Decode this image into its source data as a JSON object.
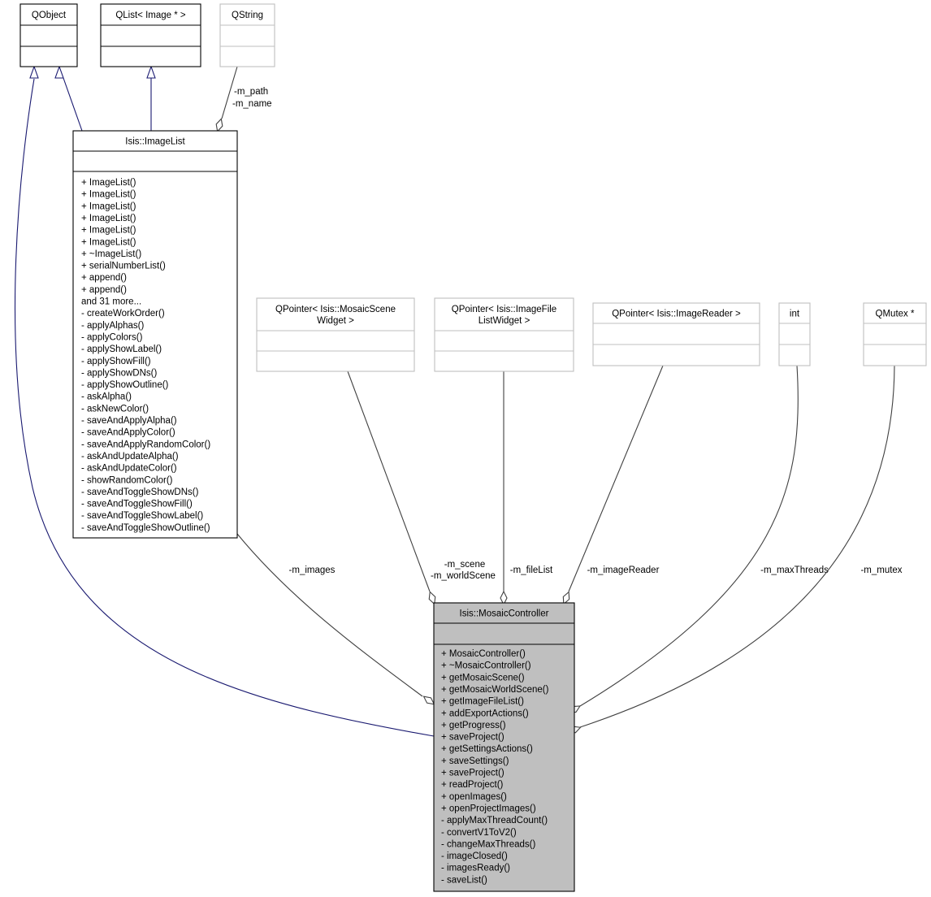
{
  "classes": {
    "qobject": {
      "title": [
        "QObject"
      ],
      "attributes": [],
      "methods": [],
      "style": "normal"
    },
    "qlist": {
      "title": [
        "QList< Image * >"
      ],
      "attributes": [],
      "methods": [],
      "style": "normal"
    },
    "qstring": {
      "title": [
        "QString"
      ],
      "attributes": [],
      "methods": [],
      "style": "external"
    },
    "imagelist": {
      "title": [
        "Isis::ImageList"
      ],
      "attributes": [],
      "style": "normal",
      "methods": [
        "+ ImageList()",
        "+ ImageList()",
        "+ ImageList()",
        "+ ImageList()",
        "+ ImageList()",
        "+ ImageList()",
        "+ ~ImageList()",
        "+ serialNumberList()",
        "+ append()",
        "+ append()",
        "and 31 more...",
        "- createWorkOrder()",
        "- applyAlphas()",
        "- applyColors()",
        "- applyShowLabel()",
        "- applyShowFill()",
        "- applyShowDNs()",
        "- applyShowOutline()",
        "- askAlpha()",
        "- askNewColor()",
        "- saveAndApplyAlpha()",
        "- saveAndApplyColor()",
        "- saveAndApplyRandomColor()",
        "- askAndUpdateAlpha()",
        "- askAndUpdateColor()",
        "- showRandomColor()",
        "- saveAndToggleShowDNs()",
        "- saveAndToggleShowFill()",
        "- saveAndToggleShowLabel()",
        "- saveAndToggleShowOutline()"
      ]
    },
    "qpointer_scene": {
      "title": [
        "QPointer< Isis::MosaicScene",
        "Widget >"
      ],
      "attributes": [],
      "methods": [],
      "style": "external"
    },
    "qpointer_filelist": {
      "title": [
        "QPointer< Isis::ImageFile",
        "ListWidget >"
      ],
      "attributes": [],
      "methods": [],
      "style": "external"
    },
    "qpointer_reader": {
      "title": [
        "QPointer< Isis::ImageReader >"
      ],
      "attributes": [],
      "methods": [],
      "style": "external"
    },
    "int": {
      "title": [
        "int"
      ],
      "attributes": [],
      "methods": [],
      "style": "external"
    },
    "qmutex": {
      "title": [
        "QMutex *"
      ],
      "attributes": [],
      "methods": [],
      "style": "external"
    },
    "mosaiccontroller": {
      "title": [
        "Isis::MosaicController"
      ],
      "attributes": [],
      "style": "focus",
      "methods": [
        "+ MosaicController()",
        "+ ~MosaicController()",
        "+ getMosaicScene()",
        "+ getMosaicWorldScene()",
        "+ getImageFileList()",
        "+ addExportActions()",
        "+ getProgress()",
        "+ saveProject()",
        "+ getSettingsActions()",
        "+ saveSettings()",
        "+ saveProject()",
        "+ readProject()",
        "+ openImages()",
        "+ openProjectImages()",
        "- applyMaxThreadCount()",
        "- convertV1ToV2()",
        "- changeMaxThreads()",
        "- imageClosed()",
        "- imagesReady()",
        "- saveList()"
      ]
    }
  },
  "edges": [
    {
      "id": "qobject-mc",
      "from": "qobject",
      "to": "mosaiccontroller",
      "kind": "inheritance",
      "labels": []
    },
    {
      "id": "qobject-il",
      "from": "qobject",
      "to": "imagelist",
      "kind": "inheritance",
      "labels": []
    },
    {
      "id": "qlist-il",
      "from": "qlist",
      "to": "imagelist",
      "kind": "inheritance",
      "labels": []
    },
    {
      "id": "qstring-il",
      "from": "qstring",
      "to": "imagelist",
      "kind": "aggregation",
      "labels": [
        "-m_path",
        "-m_name"
      ]
    },
    {
      "id": "il-mc",
      "from": "imagelist",
      "to": "mosaiccontroller",
      "kind": "aggregation",
      "labels": [
        "-m_images"
      ]
    },
    {
      "id": "scene-mc",
      "from": "qpointer_scene",
      "to": "mosaiccontroller",
      "kind": "aggregation",
      "labels": [
        "-m_scene",
        "-m_worldScene"
      ]
    },
    {
      "id": "filelist-mc",
      "from": "qpointer_filelist",
      "to": "mosaiccontroller",
      "kind": "aggregation",
      "labels": [
        "-m_fileList"
      ]
    },
    {
      "id": "reader-mc",
      "from": "qpointer_reader",
      "to": "mosaiccontroller",
      "kind": "aggregation",
      "labels": [
        "-m_imageReader"
      ]
    },
    {
      "id": "int-mc",
      "from": "int",
      "to": "mosaiccontroller",
      "kind": "aggregation",
      "labels": [
        "-m_maxThreads"
      ]
    },
    {
      "id": "mutex-mc",
      "from": "qmutex",
      "to": "mosaiccontroller",
      "kind": "aggregation",
      "labels": [
        "-m_mutex"
      ]
    }
  ],
  "colors": {
    "inheritance": "#191970",
    "aggregation": "#404040",
    "focus_fill": "#bfbfbf",
    "external_border": "#bfbfbf",
    "border": "#000000"
  }
}
